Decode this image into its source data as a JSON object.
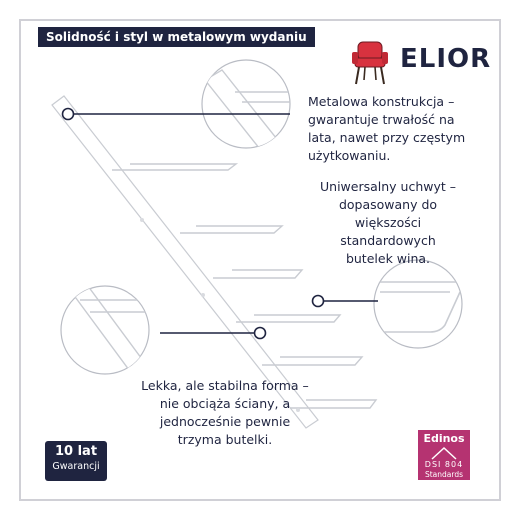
{
  "banner": {
    "text": "Solidność i styl w metalowym wydaniu"
  },
  "brand": {
    "name": "ELIOR",
    "icon": "chair-icon",
    "icon_color": "#d8323f"
  },
  "callouts": {
    "construction": "Metalowa konstrukcja – gwarantuje trwałość na lata, nawet przy częstym użytkowaniu.",
    "holder": "Uniwersalny uchwyt – dopasowany do większości standardowych butelek wina.",
    "weight": "Lekka, ale stabilna forma – nie obciąża ściany, a jednocześnie pewnie trzyma butelki."
  },
  "badges": {
    "warranty_top": "10 lat",
    "warranty_bottom": "Gwarancji",
    "edinos_name": "Edinos",
    "edinos_mid": "DSI 804",
    "edinos_bottom": "Standards"
  },
  "colors": {
    "navy": "#1f2440",
    "edinos": "#b53371",
    "frame": "#d0d0d6"
  }
}
